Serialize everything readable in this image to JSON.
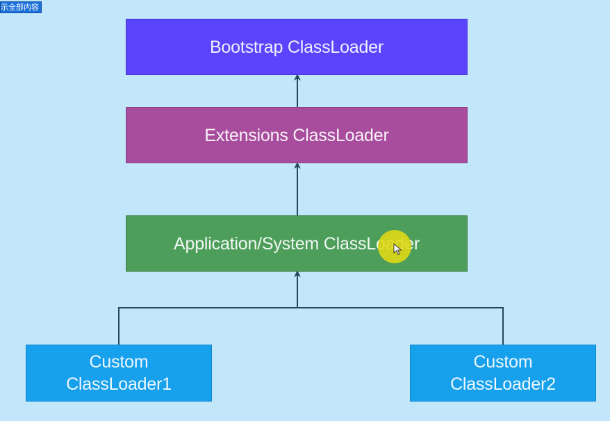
{
  "badge": {
    "text": "示全部内容"
  },
  "nodes": {
    "bootstrap": "Bootstrap ClassLoader",
    "extensions": "Extensions ClassLoader",
    "application": "Application/System ClassLoader",
    "custom1": "Custom\nClassLoader1",
    "custom2": "Custom\nClassLoader2"
  },
  "colors": {
    "background": "#c2e7fa",
    "bootstrap": "#5a45fd",
    "extensions": "#a84d9e",
    "application": "#4d9e5b",
    "custom": "#17a0ec",
    "connector": "#24485c",
    "cursor_highlight": "#e2da14"
  },
  "icons": {
    "cursor": "mouse-pointer-icon"
  }
}
